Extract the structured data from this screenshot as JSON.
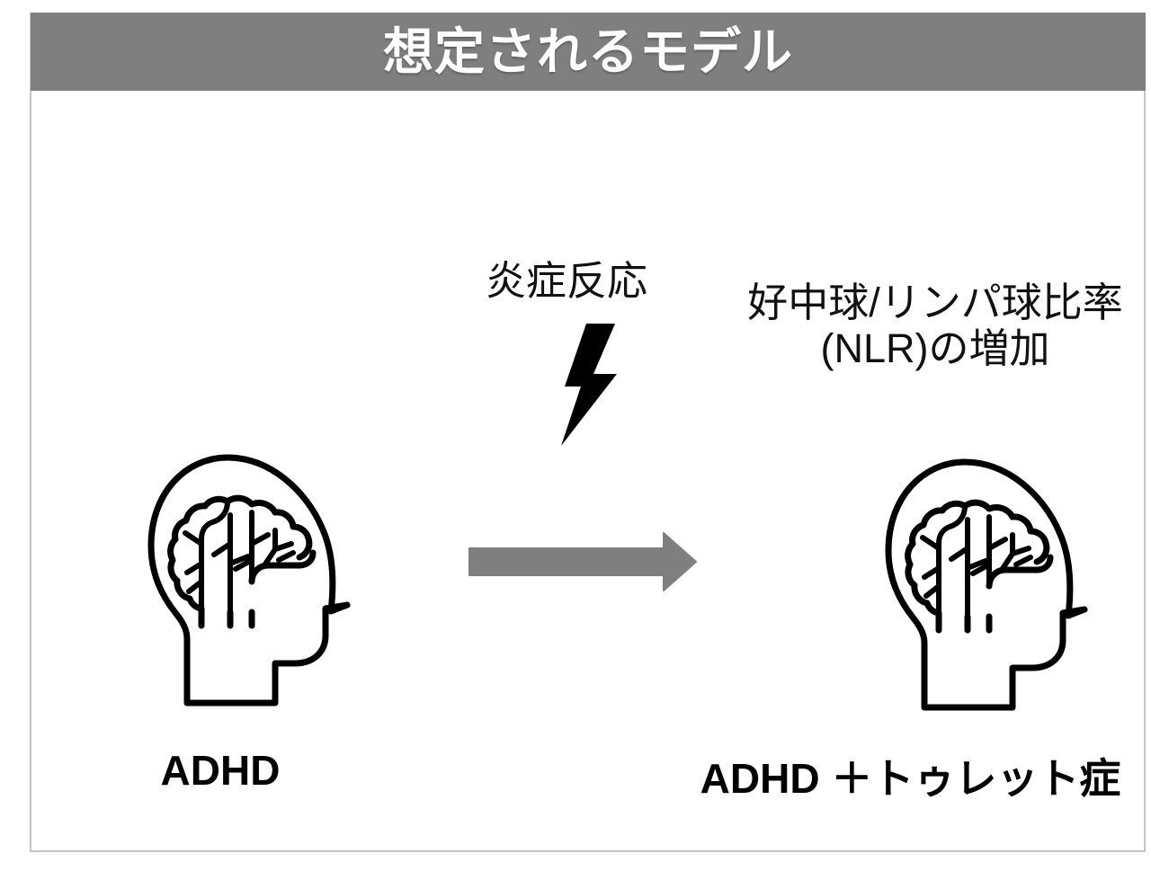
{
  "slide": {
    "title": "想定されるモデル",
    "background_color": "#ffffff",
    "title_bar_color": "#7f7f7f",
    "title_text_color": "#ffffff",
    "frame_border_color": "#c4c4c4"
  },
  "diagram": {
    "type": "process-flow",
    "annotations": {
      "inflammation": "炎症反応",
      "nlr_line1": "好中球/リンパ球比率",
      "nlr_line2": "(NLR)の増加"
    },
    "nodes": [
      {
        "id": "node-left",
        "caption": "ADHD",
        "icon": "head-brain-icon"
      },
      {
        "id": "node-right",
        "caption": "ADHD ＋トゥレット症",
        "icon": "head-brain-icon"
      }
    ],
    "connector": {
      "icon": "right-arrow-icon",
      "color": "#7f7f7f",
      "direction": "left-to-right"
    },
    "catalyst": {
      "icon": "lightning-bolt-icon",
      "color": "#000000",
      "label": "炎症反応"
    }
  }
}
